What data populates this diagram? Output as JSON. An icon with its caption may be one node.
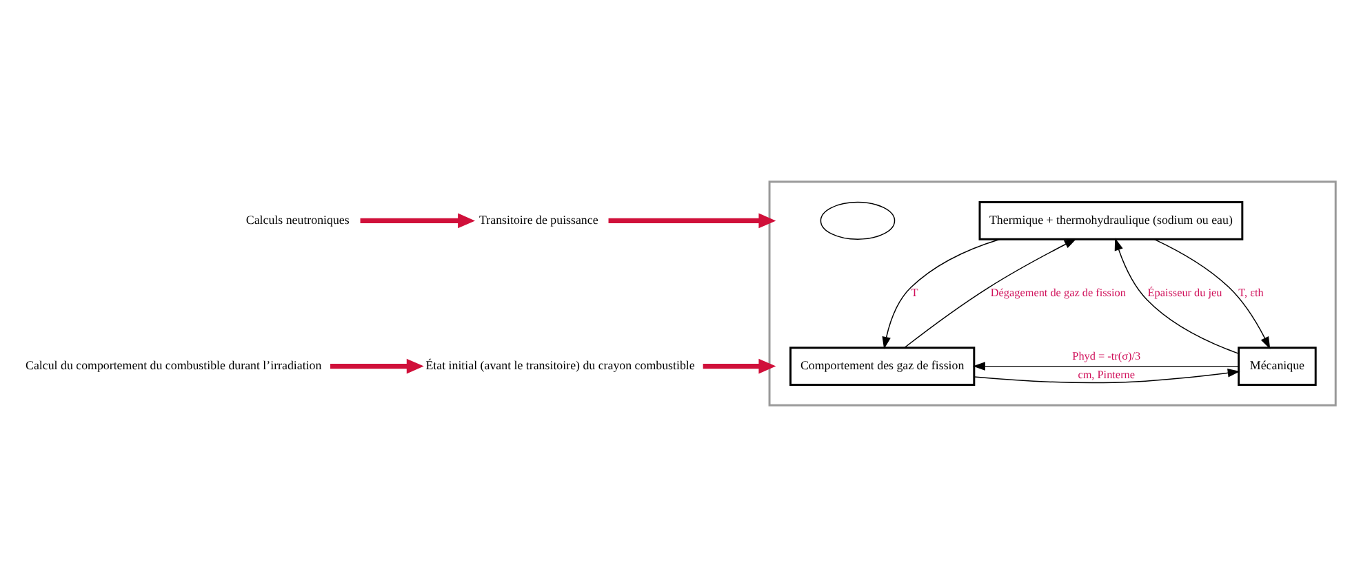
{
  "diagram": {
    "nodes": [
      {
        "text": [
          "Calculs neutroniques"
        ]
      },
      {
        "text": [
          "Transitoire de puissance"
        ]
      },
      {
        "text": [
          "Calcul du comportement du combustible durant l’irradiation"
        ]
      },
      {
        "text": [
          "État initial (avant le transitoire) du crayon combustible"
        ]
      },
      {
        "text": [],
        "shape": "box"
      },
      {
        "text": [],
        "shape": "ellipse",
        "in": 4
      },
      {
        "text": [
          "Thermique + thermohydraulique (sodium ou eau)"
        ],
        "in": 4
      },
      {
        "text": [
          "Comportement des gaz de fission"
        ],
        "in": 4
      },
      {
        "text": [
          "Mécanique"
        ],
        "in": 4
      }
    ],
    "edges": [
      {
        "from": 0,
        "to": 1,
        "arrow": "to",
        "style": "thick",
        "color": "#d0103a"
      },
      {
        "from": 1,
        "to": 4,
        "arrow": "to",
        "style": "thick",
        "color": "#d0103a"
      },
      {
        "from": 2,
        "to": 3,
        "arrow": "to",
        "style": "thick",
        "color": "#d0103a"
      },
      {
        "from": 3,
        "to": 4,
        "arrow": "to",
        "style": "thick",
        "color": "#d0103a"
      },
      {
        "from": 6,
        "to": 7,
        "arrow": "to",
        "label": "T"
      },
      {
        "from": 7,
        "to": 6,
        "arrow": "to",
        "label": "Dégagement de gaz de fission"
      },
      {
        "from": 8,
        "to": 6,
        "arrow": "to",
        "label": "Épaisseur du jeu"
      },
      {
        "from": 6,
        "to": 8,
        "arrow": "to",
        "label": "T, εth"
      },
      {
        "from": 7,
        "to": 8,
        "arrow": "to",
        "label": "cm, Pinterne"
      },
      {
        "from": 8,
        "to": 7,
        "arrow": "to",
        "label": "Phyd = -tr(σ)/3"
      }
    ]
  }
}
